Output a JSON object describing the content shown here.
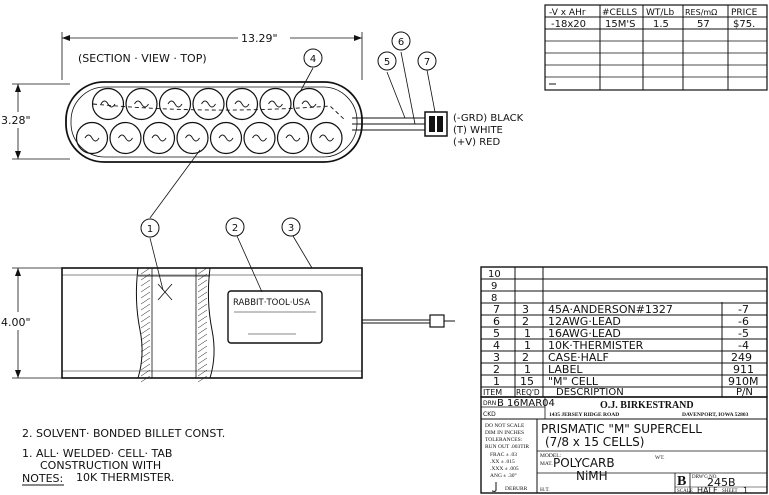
{
  "spec_table": {
    "headers": [
      "-V x AHr",
      "#CELLS",
      "WT/Lb",
      "RES/mΩ",
      "PRICE"
    ],
    "row": [
      "-18x20",
      "15M'S",
      "1.5",
      "57",
      "$75."
    ]
  },
  "section_view_label": "(SECTION · VIEW · TOP)",
  "dimensions": {
    "length": "13.29\"",
    "width": "3.28\"",
    "height": "4.00\""
  },
  "wire_labels": [
    "(-GRD) BLACK",
    "(T) WHITE",
    "(+V) RED"
  ],
  "label_text": "RABBIT·TOOL·USA",
  "balloons": [
    "1",
    "2",
    "3",
    "4",
    "5",
    "6",
    "7"
  ],
  "bom": {
    "empty_items": [
      "10",
      "9",
      "8"
    ],
    "rows": [
      {
        "item": "7",
        "qty": "3",
        "desc": "45A·ANDERSON#1327",
        "pn": "-7"
      },
      {
        "item": "6",
        "qty": "2",
        "desc": "12AWG·LEAD",
        "pn": "-6"
      },
      {
        "item": "5",
        "qty": "1",
        "desc": "16AWG·LEAD",
        "pn": "-5"
      },
      {
        "item": "4",
        "qty": "1",
        "desc": "10K·THERMISTER",
        "pn": "-4"
      },
      {
        "item": "3",
        "qty": "2",
        "desc": "CASE·HALF",
        "pn": "249"
      },
      {
        "item": "2",
        "qty": "1",
        "desc": "LABEL",
        "pn": "911"
      },
      {
        "item": "1",
        "qty": "15",
        "desc": "\"M\" CELL",
        "pn": "910M"
      }
    ],
    "header": {
      "item": "ITEM",
      "qty": "REQ'D",
      "desc": "DESCRIPTION",
      "pn": "P/N"
    }
  },
  "title_block": {
    "drn_label": "DRN",
    "drn_value": "B 16MAR04",
    "ckd_label": "CKD",
    "company": "O.J. BIRKESTRAND",
    "address_left": "1435 JERSEY RIDGE ROAD",
    "address_right": "DAVENPORT, IOWA 52803",
    "tolerance_lines": [
      "DO NOT SCALE",
      "DIM IN INCHES",
      "TOLERANCES:",
      "RUN OUT .003TIR",
      "FRAC   ± .03",
      ".XX   ± .015",
      ".XXX   ± .005",
      "ANG   ± .30°"
    ],
    "deburr": "DEBURR",
    "title_line1": "PRISMATIC \"M\" SUPERCELL",
    "title_line2": "(7/8 x 15 CELLS)",
    "model_label": "MODEL:",
    "mat_label": "MAT.",
    "mat_value": "POLYCARB",
    "mat_value2": "NiMH",
    "wt_label": "WT.",
    "size": "B",
    "dwg_no_label": "DRW'G NO.",
    "dwg_no": "245B",
    "ht_label": "H.T.",
    "scale_label": "SCALE",
    "scale_value": "HALF",
    "sheet_label": "SHEET",
    "sheet_value": "1"
  },
  "notes": {
    "heading": "NOTES:",
    "items": [
      "2. SOLVENT· BONDED BILLET CONST.",
      "1. ALL· WELDED· CELL· TAB",
      "CONSTRUCTION WITH",
      "10K THERMISTER."
    ]
  }
}
